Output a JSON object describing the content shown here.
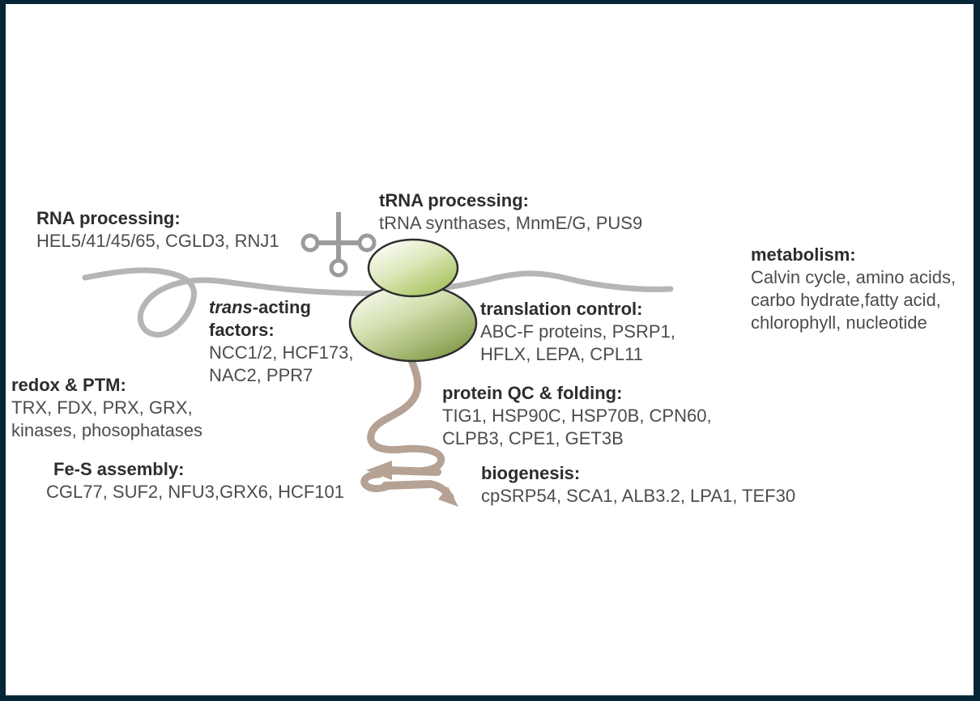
{
  "figure": {
    "description": "Chloroplast ribosome translation regulation diagram",
    "colors": {
      "frame": "#062638",
      "background": "#ffffff",
      "mrna": "#b5b5b5",
      "trna": "#9b9b9b",
      "ribosome_outline": "#2d2d2d",
      "ribosome_green_light": "#9dbb4d",
      "ribosome_green_dark": "#78923c",
      "nascent_chain": "#b5a294",
      "heading_text": "#2d2d2d",
      "body_text": "#4c4c4c"
    },
    "labels": {
      "rna_processing": {
        "title": "RNA processing:",
        "lines": [
          "HEL5/41/45/65, CGLD3, RNJ1"
        ]
      },
      "trna_processing": {
        "title": "tRNA processing:",
        "lines": [
          "tRNA synthases, MnmE/G, PUS9"
        ]
      },
      "metabolism": {
        "title": "metabolism:",
        "lines": [
          "Calvin cycle, amino acids,",
          "carbo hydrate,fatty acid,",
          "chlorophyll, nucleotide"
        ]
      },
      "trans_acting": {
        "title_italic": "trans",
        "title_rest": "-acting",
        "title_line2": "factors:",
        "lines": [
          "NCC1/2, HCF173,",
          "NAC2, PPR7"
        ]
      },
      "translation_control": {
        "title": "translation control:",
        "lines": [
          "ABC-F proteins, PSRP1,",
          "HFLX, LEPA, CPL11"
        ]
      },
      "redox_ptm": {
        "title": "redox & PTM:",
        "lines": [
          "TRX, FDX, PRX, GRX,",
          "kinases, phosophatases"
        ]
      },
      "protein_qc": {
        "title": "protein QC & folding:",
        "lines": [
          "TIG1, HSP90C, HSP70B, CPN60,",
          "CLPB3, CPE1, GET3B"
        ]
      },
      "fes_assembly": {
        "title": "Fe-S assembly:",
        "lines": [
          "CGL77, SUF2, NFU3,GRX6, HCF101"
        ]
      },
      "biogenesis": {
        "title": "biogenesis:",
        "lines": [
          "cpSRP54, SCA1, ALB3.2, LPA1, TEF30"
        ]
      }
    }
  }
}
